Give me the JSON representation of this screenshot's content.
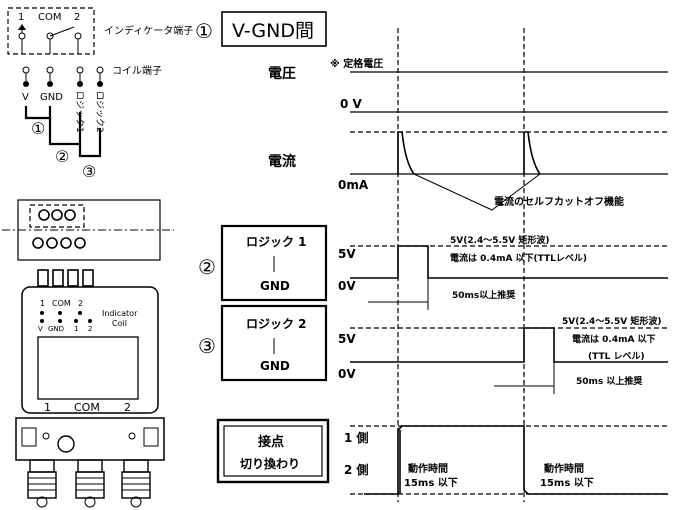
{
  "relay": {
    "indicator_pins": {
      "pin1": "1",
      "com": "COM",
      "pin2": "2"
    },
    "indicator_terminal_label": "インディケータ端子",
    "coil_terminal_label": "コイル端子",
    "coil_pins": [
      "V",
      "GND",
      "ロジック1",
      "ロジック2"
    ],
    "markers": [
      "①",
      "②",
      "③"
    ]
  },
  "device": {
    "indicator_text": "Indicator",
    "coil_text": "Coil",
    "top_pins": {
      "p1": "1",
      "com": "COM",
      "p2": "2"
    },
    "coil_pin_row": [
      "V",
      "GND",
      "1",
      "2"
    ],
    "bottom_ports": {
      "p1": "1",
      "com": "COM",
      "p2": "2"
    }
  },
  "section1": {
    "marker": "①",
    "title": "V-GND間",
    "voltage_label": "電圧",
    "rated_note": "※ 定格電圧",
    "voltage_zero": "0 V",
    "current_label": "電流",
    "current_zero": "0mA",
    "cutoff_note": "電流のセルフカットオフ機能"
  },
  "section2": {
    "marker": "②",
    "box_top": "ロジック 1",
    "box_bottom": "GND",
    "level_high": "5V",
    "level_low": "0V",
    "note_line1": "5V(2.4～5.5V 矩形波)",
    "note_line2": "電流は 0.4mA 以下(TTLレベル)",
    "pulse_note": "50ms以上推奨"
  },
  "section3": {
    "marker": "③",
    "box_top": "ロジック 2",
    "box_bottom": "GND",
    "level_high": "5V",
    "level_low": "0V",
    "note_line1": "5V(2.4～5.5V 矩形波)",
    "note_line2": "電流は 0.4mA 以下",
    "note_line3": "(TTL レベル)",
    "pulse_note": "50ms 以上推奨"
  },
  "section4": {
    "box_line1": "接点",
    "box_line2": "切り換わり",
    "side1": "1 側",
    "side2": "2 側",
    "op_time_label_a": "動作時間",
    "op_time_value_a": "15ms 以下",
    "op_time_label_b": "動作時間",
    "op_time_value_b": "15ms 以下"
  }
}
